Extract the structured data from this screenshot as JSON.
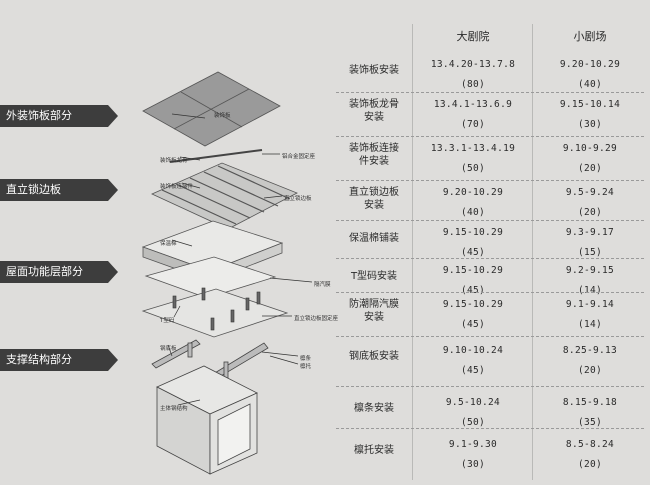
{
  "headers": {
    "col1": "大剧院",
    "col2": "小剧场"
  },
  "rows": [
    {
      "name": [
        "装饰板安装"
      ],
      "d1": "13.4.20-13.7.8",
      "n1": "(80)",
      "d2": "9.20-10.29",
      "n2": "(40)"
    },
    {
      "name": [
        "装饰板龙骨",
        "安装"
      ],
      "d1": "13.4.1-13.6.9",
      "n1": "(70)",
      "d2": "9.15-10.14",
      "n2": "(30)"
    },
    {
      "name": [
        "装饰板连接",
        "件安装"
      ],
      "d1": "13.3.1-13.4.19",
      "n1": "(50)",
      "d2": "9.10-9.29",
      "n2": "(20)"
    },
    {
      "name": [
        "直立锁边板",
        "安装"
      ],
      "d1": "9.20-10.29",
      "n1": "(40)",
      "d2": "9.5-9.24",
      "n2": "(20)"
    },
    {
      "name": [
        "保温棉铺装"
      ],
      "d1": "9.15-10.29",
      "n1": "(45)",
      "d2": "9.3-9.17",
      "n2": "(15)"
    },
    {
      "name": [
        "T型码安装"
      ],
      "d1": "9.15-10.29",
      "n1": "(45)",
      "d2": "9.2-9.15",
      "n2": "(14)"
    },
    {
      "name": [
        "防潮隔汽膜",
        "安装"
      ],
      "d1": "9.15-10.29",
      "n1": "(45)",
      "d2": "9.1-9.14",
      "n2": "(14)"
    },
    {
      "name": [
        "钢底板安装"
      ],
      "d1": "9.10-10.24",
      "n1": "(45)",
      "d2": "8.25-9.13",
      "n2": "(20)"
    },
    {
      "name": [
        "檩条安装"
      ],
      "d1": "9.5-10.24",
      "n1": "(50)",
      "d2": "8.15-9.18",
      "n2": "(35)"
    },
    {
      "name": [
        "檩托安装"
      ],
      "d1": "9.1-9.30",
      "n1": "(30)",
      "d2": "8.5-8.24",
      "n2": "(20)"
    }
  ],
  "labels": [
    "外装饰板部分",
    "直立锁边板",
    "屋面功能层部分",
    "支撑结构部分"
  ],
  "callouts": [
    "装饰板",
    "装饰板龙骨",
    "装饰板连接件",
    "铝合金固定座",
    "直立锁边板",
    "保温棉",
    "隔汽膜",
    "T型码",
    "直立锁边板固定座",
    "钢底板",
    "檩条",
    "檩托",
    "主体钢结构"
  ],
  "colors": {
    "label_bg": "#3d3d3d",
    "background": "#dedddb"
  }
}
